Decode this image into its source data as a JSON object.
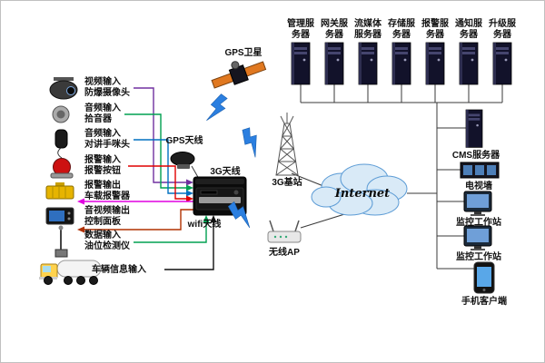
{
  "palette": {
    "bolt": "#2b7fe0",
    "cloud_fill": "#d9eaf7",
    "cloud_stroke": "#5b9bd5",
    "wire": "#3a3a3a"
  },
  "servers": [
    {
      "line1": "管理服",
      "line2": "务器"
    },
    {
      "line1": "网关服",
      "line2": "务器"
    },
    {
      "line1": "流媒体",
      "line2": "服务器"
    },
    {
      "line1": "存储服",
      "line2": "务器"
    },
    {
      "line1": "报警服",
      "line2": "务器"
    },
    {
      "line1": "通知服",
      "line2": "务器"
    },
    {
      "line1": "升级服",
      "line2": "务器"
    }
  ],
  "center": {
    "gps_satellite": "GPS卫星",
    "gps_antenna": "GPS天线",
    "antenna_3g": "3G天线",
    "base_station_3g": "3G基站",
    "wifi_antenna": "wifi天线",
    "wireless_ap": "无线AP",
    "internet": "Internet"
  },
  "right_devices": [
    {
      "label": "CMS服务器"
    },
    {
      "label": "电视墙"
    },
    {
      "label": "监控工作站"
    },
    {
      "label": "监控工作站"
    },
    {
      "label": "手机客户端"
    }
  ],
  "left_devices": [
    {
      "label1": "视频输入",
      "label2": "防爆摄像头",
      "color": "#7030a0"
    },
    {
      "label1": "音频输入",
      "label2": "拾音器",
      "color": "#00a050"
    },
    {
      "label1": "音频输入",
      "label2": "对讲手咪头",
      "color": "#0070c0"
    },
    {
      "label1": "报警输入",
      "label2": "报警按钮",
      "color": "#e00000"
    },
    {
      "label1": "报警输出",
      "label2": "车载报警器",
      "color": "#e000e0"
    },
    {
      "label1": "音视频输出",
      "label2": "控制面板",
      "color": "#b03000"
    },
    {
      "label1": "数据输入",
      "label2": "油位检测仪",
      "color": "#00a050"
    },
    {
      "label1": "车辆信息输入",
      "label2": "",
      "color": "#101010"
    }
  ]
}
